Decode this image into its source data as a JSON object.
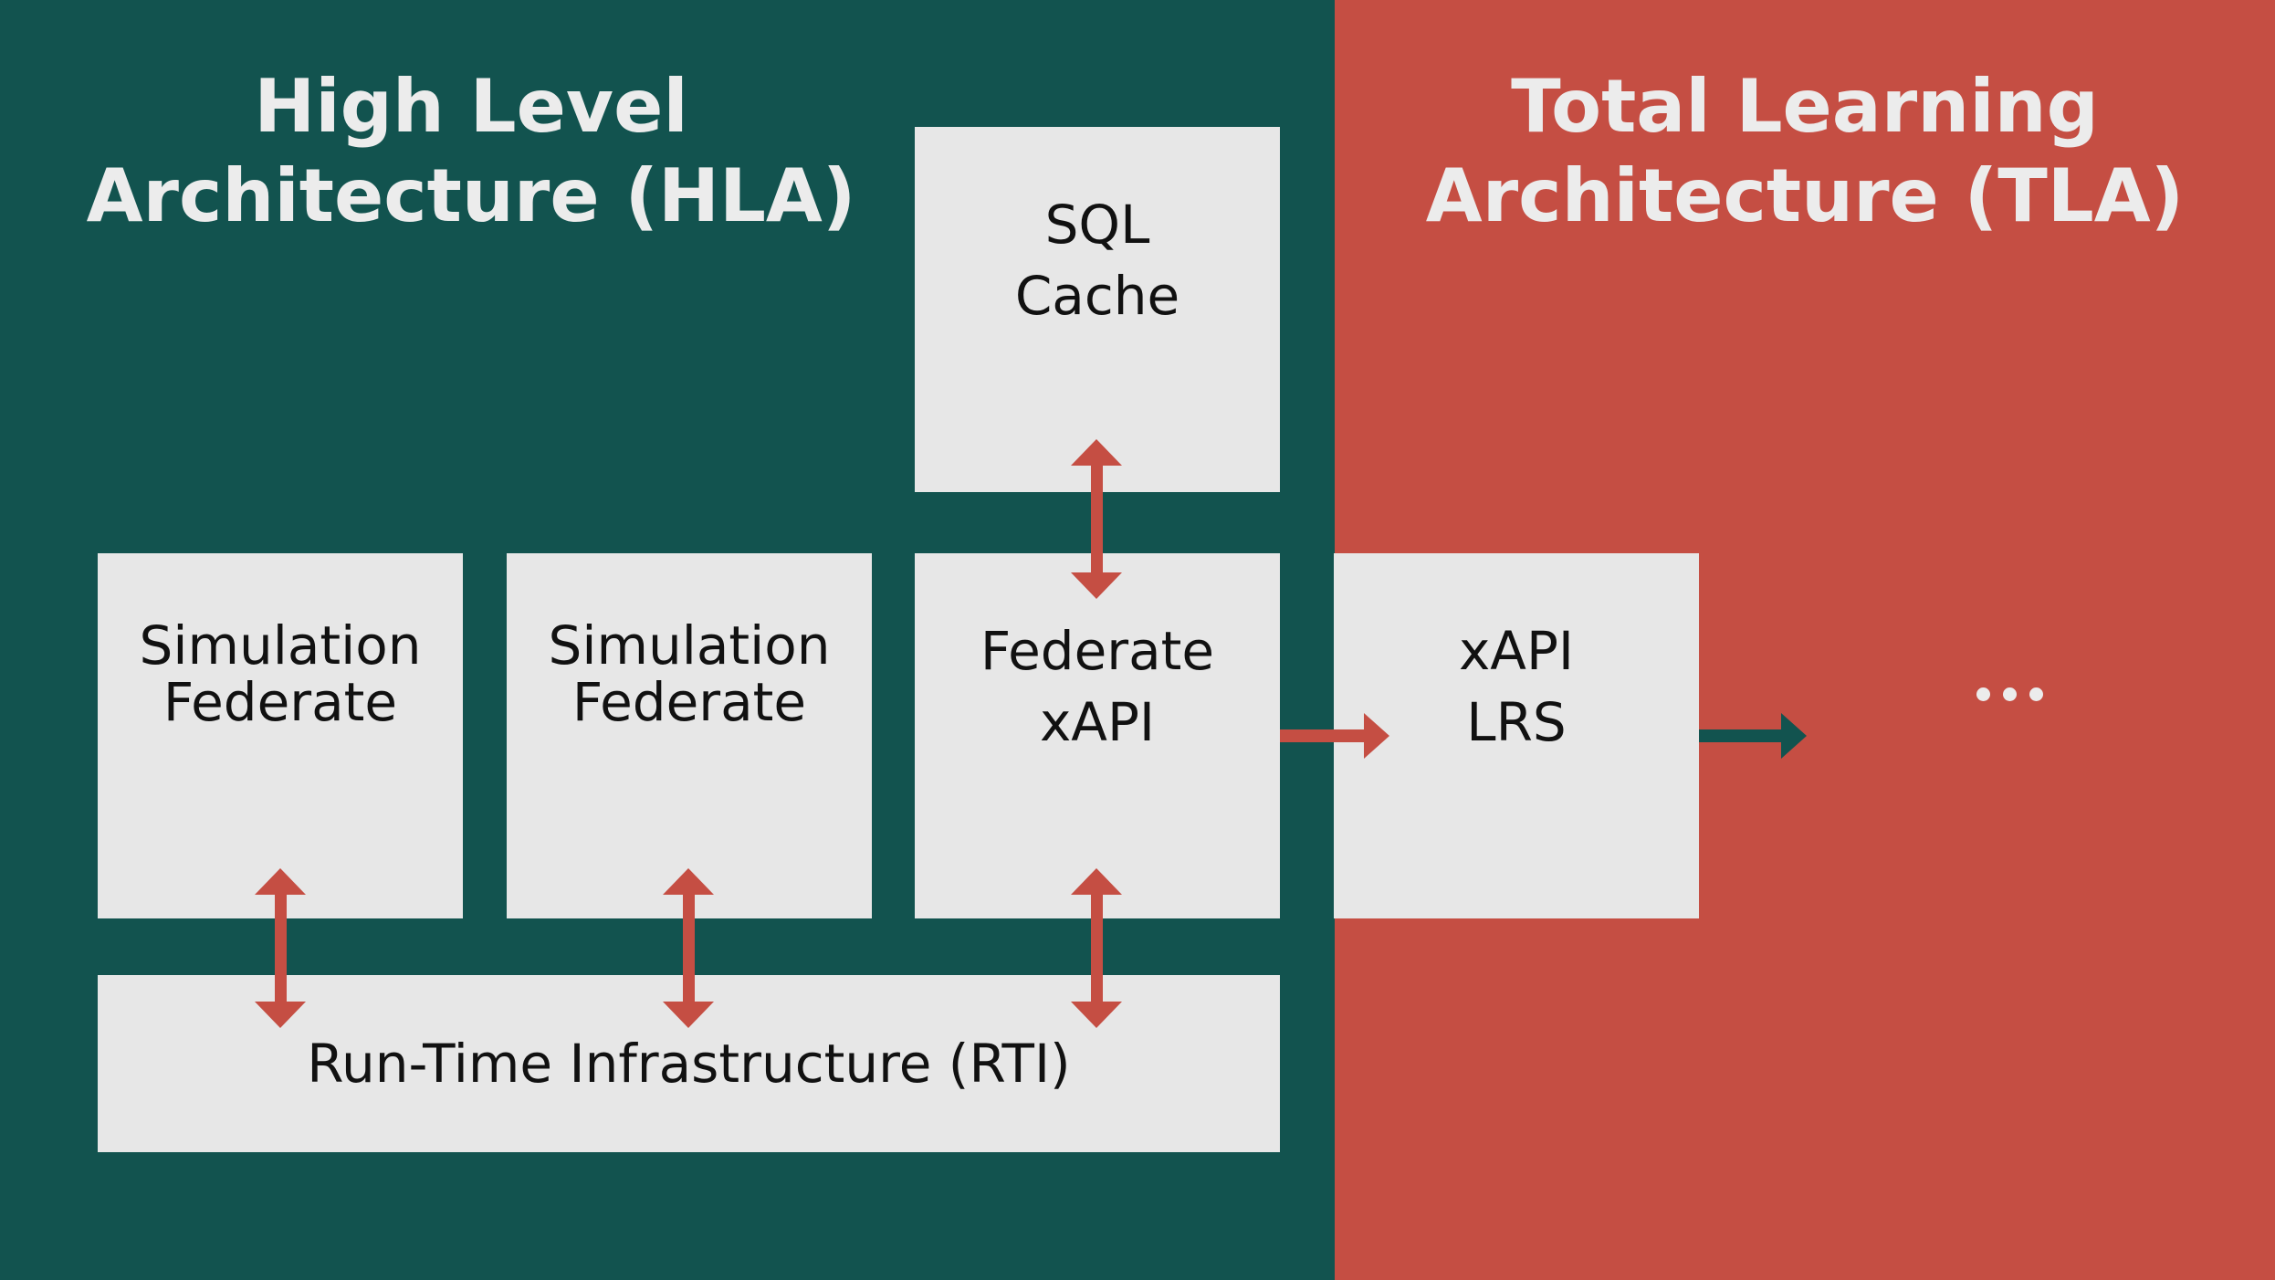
{
  "colors": {
    "hla_background": "#12534f",
    "tla_background": "#c54e43",
    "box_fill": "#e7e7e7",
    "arrow_red": "#c54e43",
    "arrow_teal": "#12534f",
    "heading_text": "#ececec"
  },
  "hla": {
    "title_line1": "High Level",
    "title_line2": "Architecture (HLA)"
  },
  "tla": {
    "title_line1": "Total Learning",
    "title_line2": "Architecture (TLA)"
  },
  "nodes": {
    "sql_cache": {
      "line1": "SQL",
      "line2": "Cache"
    },
    "simulation_federate_1": {
      "line1": "Simulation",
      "line2": "Federate"
    },
    "simulation_federate_2": {
      "line1": "Simulation",
      "line2": "Federate"
    },
    "federate_xapi": {
      "line1": "Federate",
      "line2": "xAPI"
    },
    "xapi_lrs": {
      "line1": "xAPI",
      "line2": "LRS"
    },
    "rti": {
      "label": "Run-Time Infrastructure (RTI)"
    }
  },
  "edges": [
    {
      "from": "sql_cache",
      "to": "federate_xapi",
      "direction": "both",
      "color": "arrow_red"
    },
    {
      "from": "simulation_federate_1",
      "to": "rti",
      "direction": "both",
      "color": "arrow_red"
    },
    {
      "from": "simulation_federate_2",
      "to": "rti",
      "direction": "both",
      "color": "arrow_red"
    },
    {
      "from": "federate_xapi",
      "to": "rti",
      "direction": "both",
      "color": "arrow_red"
    },
    {
      "from": "federate_xapi",
      "to": "xapi_lrs",
      "direction": "forward",
      "color": "arrow_red"
    },
    {
      "from": "xapi_lrs",
      "to": "continuation",
      "direction": "forward",
      "color": "arrow_teal"
    }
  ],
  "continuation": {
    "icon": "ellipsis-icon"
  }
}
